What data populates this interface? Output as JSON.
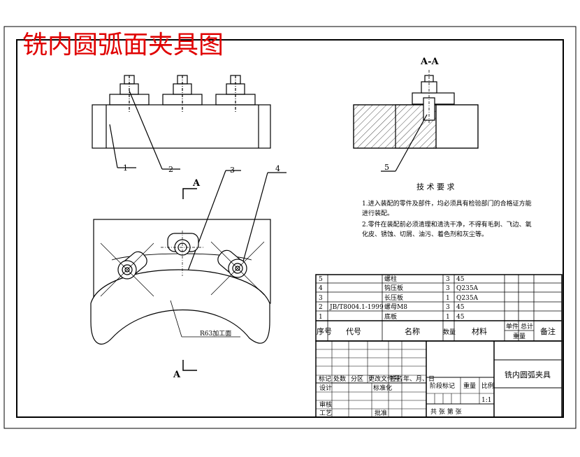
{
  "title": "铣内圆弧面夹具图",
  "section_label": "A-A",
  "section_marks": [
    "A",
    "A"
  ],
  "balloons": [
    "1",
    "2",
    "3",
    "4",
    "5"
  ],
  "dimension_note": "R63加工面",
  "tech_requirements": {
    "heading": "技 术 要 求",
    "lines": [
      "1.进入装配的零件及部件，均必须具有检验部门的合格证方能",
      "进行装配。",
      "2.零件在装配前必须清理和清洗干净，不得有毛刺、飞边、氧",
      "化皮、锈蚀、切屑、油污、着色剂和灰尘等。"
    ]
  },
  "bom": {
    "rows": [
      {
        "no": "5",
        "code": "",
        "name": "螺柱",
        "qty": "3",
        "material": "45"
      },
      {
        "no": "4",
        "code": "",
        "name": "钩压板",
        "qty": "3",
        "material": "Q235A"
      },
      {
        "no": "3",
        "code": "",
        "name": "长压板",
        "qty": "1",
        "material": "Q235A"
      },
      {
        "no": "2",
        "code": "JB/T8004.1-1999",
        "name": "螺母M8",
        "qty": "3",
        "material": "45"
      },
      {
        "no": "1",
        "code": "",
        "name": "底板",
        "qty": "1",
        "material": "45"
      }
    ],
    "header": {
      "no": "序号",
      "code": "代号",
      "name": "名称",
      "qty": "数量",
      "material": "材料",
      "single": "单件",
      "total": "总计",
      "weight": "重量",
      "remark": "备注"
    }
  },
  "title_block": {
    "revision_labels": [
      "标记",
      "处数",
      "分区",
      "更改文件号",
      "签名",
      "年、月、日"
    ],
    "design": "设计",
    "standardize": "标准化",
    "review": "审核",
    "process": "工艺",
    "approve": "批准",
    "stage_mark": "阶段标记",
    "weight": "重量",
    "scale": "比例",
    "scale_value": "1:1",
    "sheets": "共  张  第  张",
    "drawing_name": "铣内圆弧夹具"
  },
  "colors": {
    "title": "#e00000",
    "line": "#000000"
  }
}
